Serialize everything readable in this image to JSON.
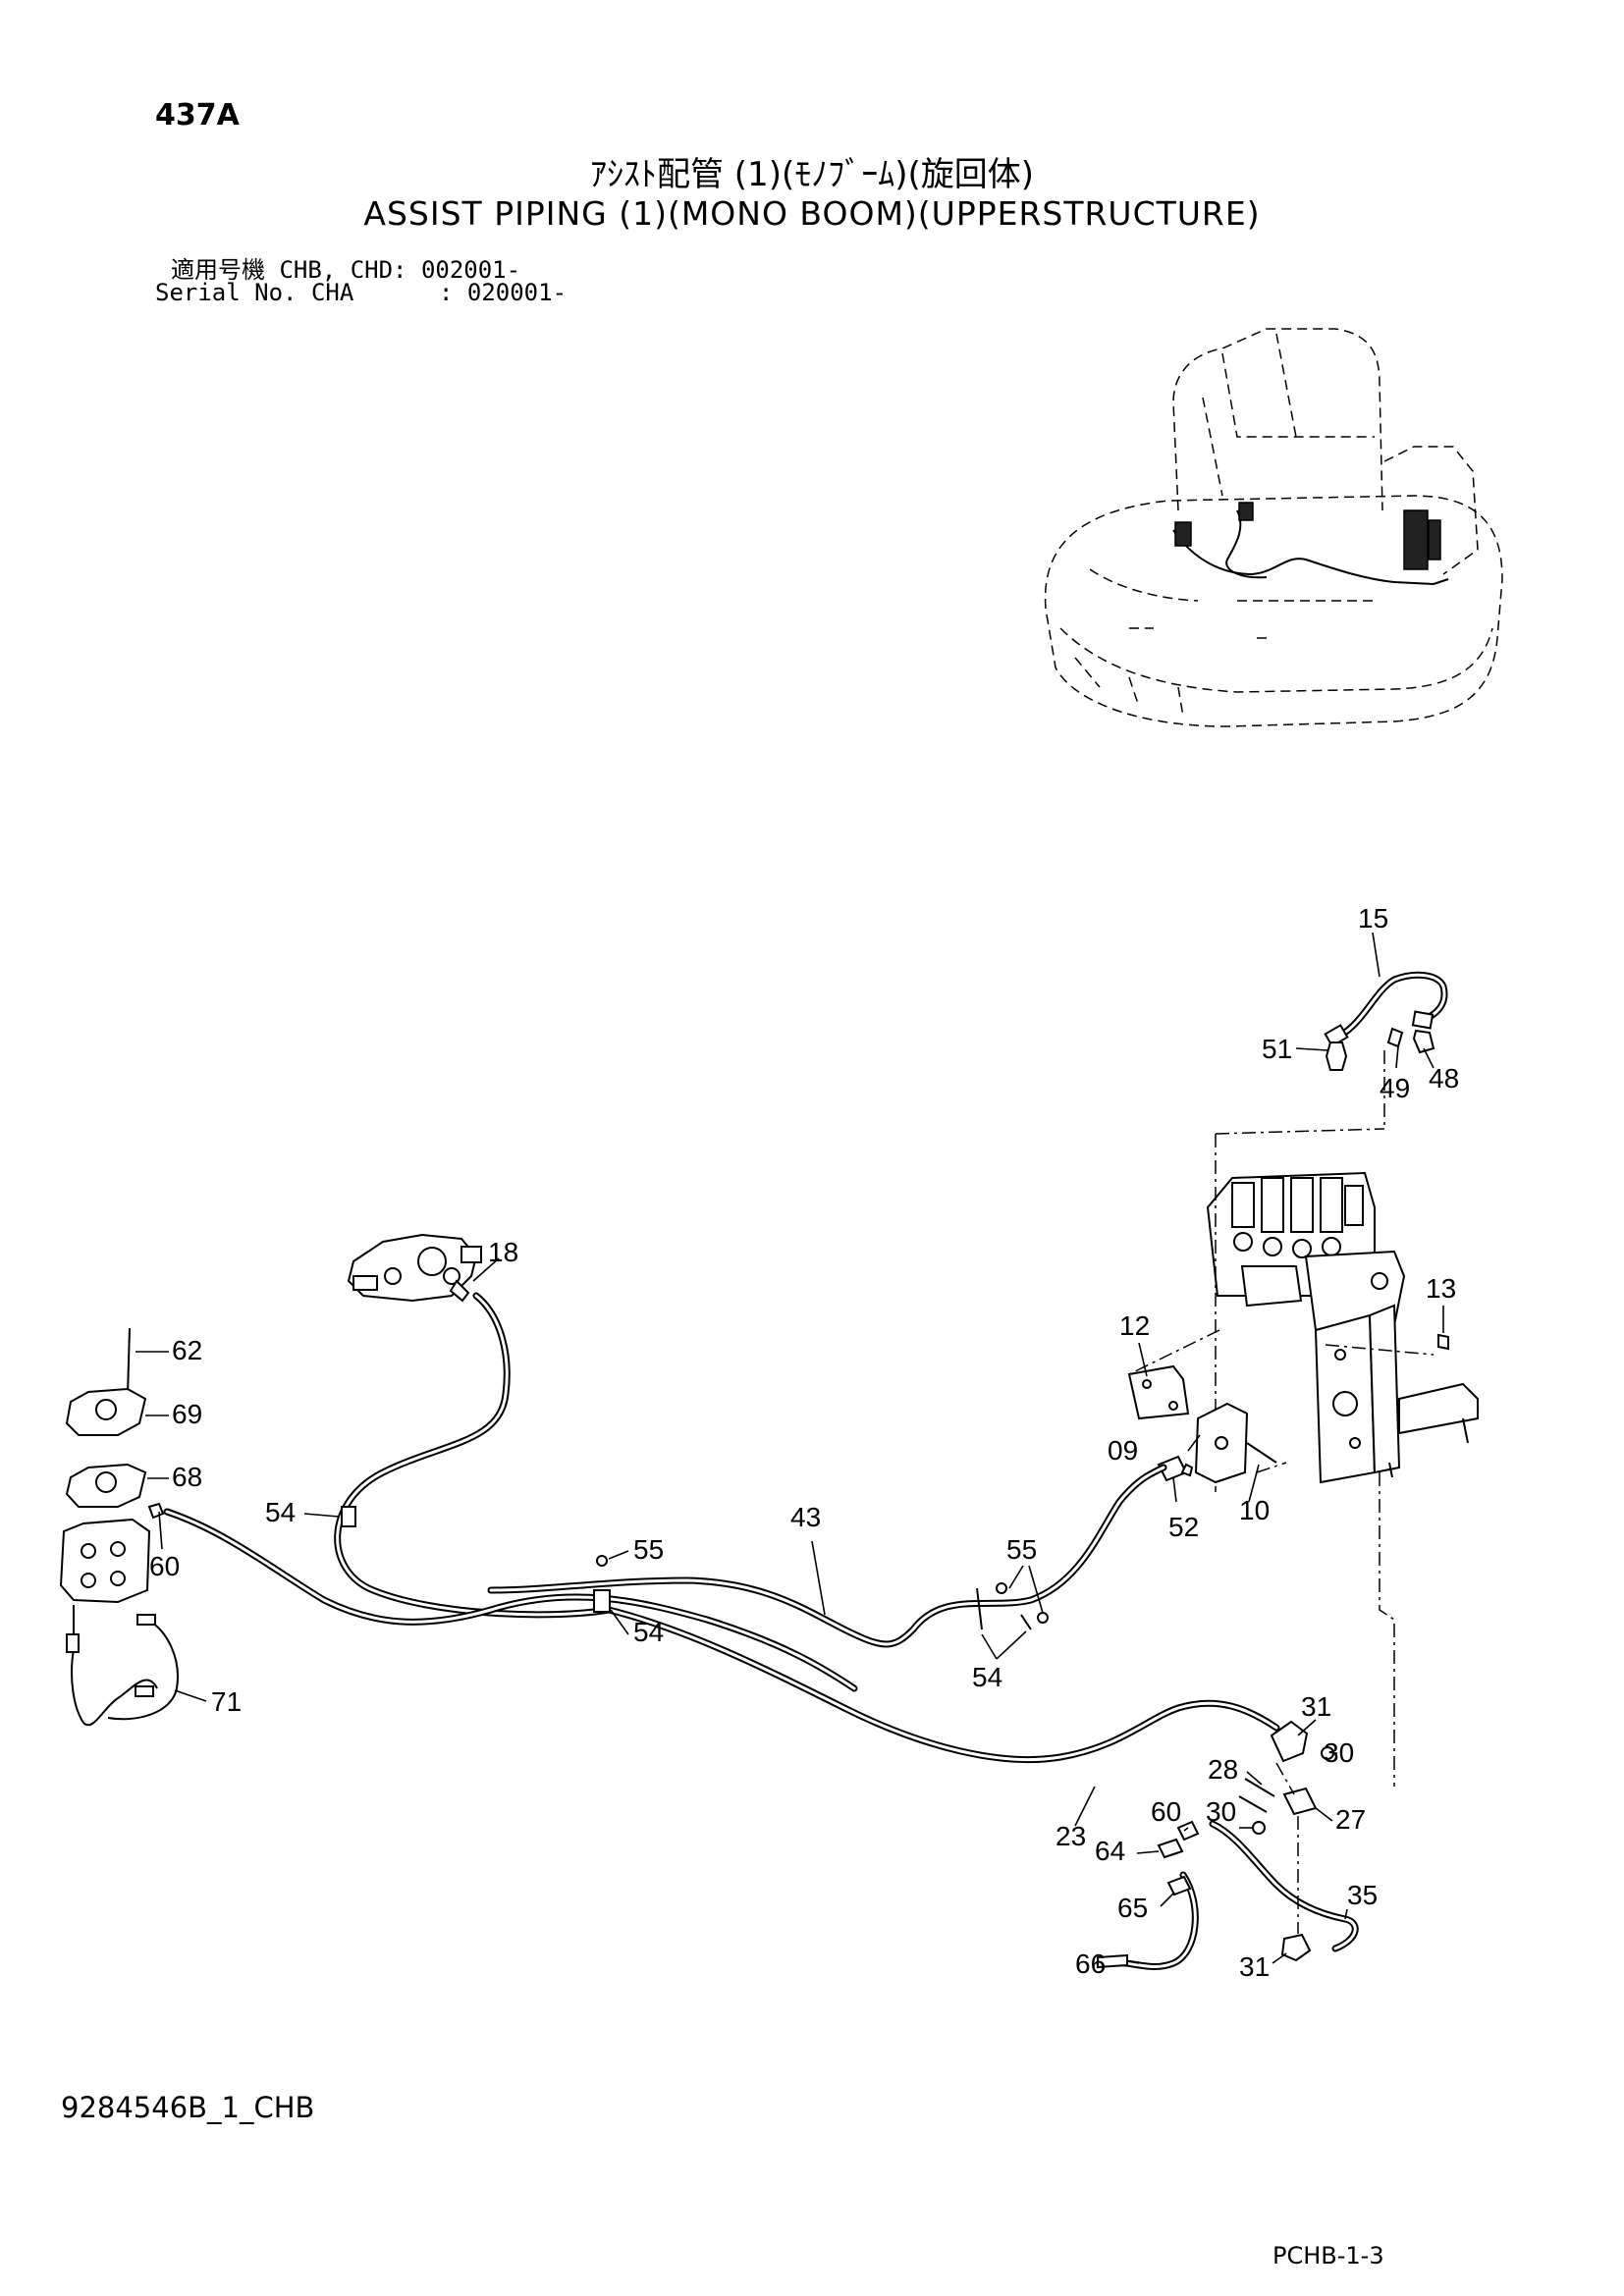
{
  "header": {
    "page_code": "437A",
    "title_jp": "ｱｼｽﾄ配管 (1)(ﾓﾉﾌﾞｰﾑ)(旋回体)",
    "title_en": "ASSIST PIPING (1)(MONO BOOM)(UPPERSTRUCTURE)",
    "serial_line_1": "適用号機 CHB, CHD: 002001-",
    "serial_line_2": "Serial No. CHA      : 020001-"
  },
  "footer": {
    "drawing_number": "9284546B_1_CHB",
    "page_ref": "PCHB-1-3"
  },
  "callouts": [
    "15",
    "51",
    "49",
    "48",
    "18",
    "13",
    "12",
    "62",
    "69",
    "09",
    "10",
    "68",
    "52",
    "54",
    "43",
    "55",
    "55",
    "60",
    "54",
    "54",
    "71",
    "31",
    "30",
    "28",
    "27",
    "60",
    "30",
    "23",
    "64",
    "35",
    "65",
    "66",
    "31"
  ]
}
